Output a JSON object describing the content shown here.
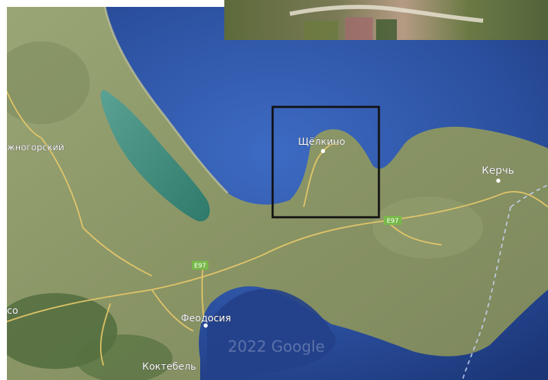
{
  "map": {
    "places": [
      {
        "id": "kerch",
        "label": "Керчь"
      },
      {
        "id": "shchelkino",
        "label": "Щёлкино"
      },
      {
        "id": "feodosia",
        "label": "Феодосия"
      },
      {
        "id": "koktebel",
        "label": "Коктебель"
      },
      {
        "id": "gorsky",
        "label": "жногорский"
      },
      {
        "id": "left_edge",
        "label": "со"
      }
    ],
    "road_shields": [
      {
        "id": "e97_east",
        "label": "E97"
      },
      {
        "id": "e97_west",
        "label": "E97"
      }
    ],
    "attribution": "2022 Google",
    "colors": {
      "sea": "#2b4f9e",
      "sea_deep": "#1b3576",
      "land": "#8e9a6a",
      "land_dark": "#5f7048",
      "lagoon": "#3f8d7c",
      "road": "#e8c96a",
      "shield": "#78b94a",
      "highlight_frame": "#111111"
    }
  }
}
